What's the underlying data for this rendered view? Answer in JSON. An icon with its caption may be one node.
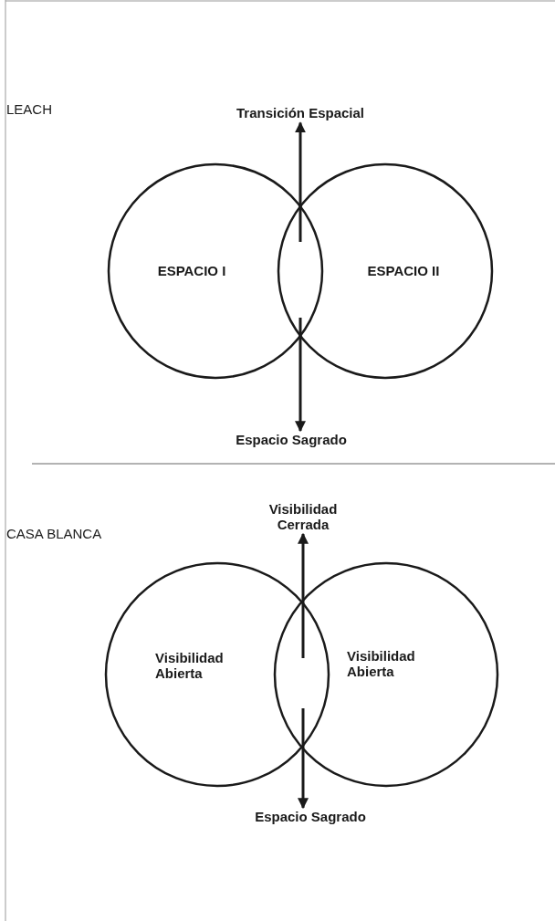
{
  "diagram": {
    "nodes": [
      {
        "text": [
          "ESPACIO I"
        ]
      },
      {
        "text": [
          "ESPACIO II"
        ]
      },
      {
        "text": [
          "Transición Espacial"
        ]
      },
      {
        "text": [
          "Espacio Sagrado"
        ]
      },
      {
        "text": [
          "Visibilidad Abierta"
        ]
      },
      {
        "text": [
          "Visibilidad Abierta"
        ]
      },
      {
        "text": [
          "Visibilidad Cerrada"
        ]
      },
      {
        "text": [
          "Espacio Sagrado"
        ]
      }
    ],
    "edges": [
      {
        "from": 0,
        "to": 2,
        "arrow": "to"
      },
      {
        "from": 1,
        "to": 2,
        "arrow": "to"
      },
      {
        "from": 0,
        "to": 3,
        "arrow": "to"
      },
      {
        "from": 1,
        "to": 3,
        "arrow": "to"
      },
      {
        "from": 4,
        "to": 6,
        "arrow": "to"
      },
      {
        "from": 5,
        "to": 6,
        "arrow": "to"
      },
      {
        "from": 4,
        "to": 7,
        "arrow": "to"
      },
      {
        "from": 5,
        "to": 7,
        "arrow": "to"
      }
    ],
    "labels": [
      "LEACH",
      "CASA BLANCA"
    ]
  }
}
